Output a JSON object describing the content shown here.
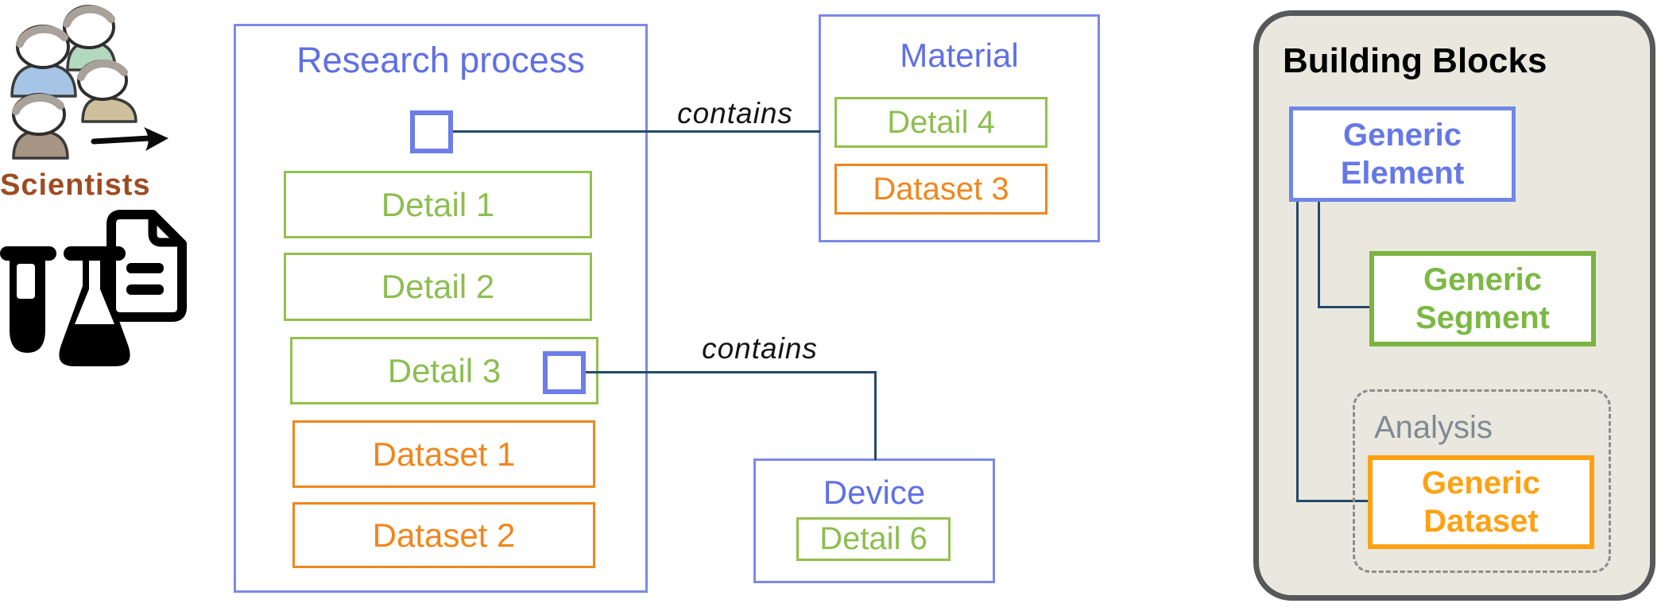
{
  "colors": {
    "blue-text": "#5F70E4",
    "blue-border": "#7C89E8",
    "square-blue": "#6D7EE9",
    "green-border": "#93C04C",
    "green-text": "#8CBE50",
    "orange": "#F0861C",
    "navy": "#25496B",
    "panel-fill": "#EAE8DE",
    "panel-border": "#57585A",
    "legend-blue-border": "#6F87E6",
    "legend-blue-text": "#6578E6",
    "legend-green-border": "#7CB342",
    "legend-green-text": "#7CB843",
    "legend-orange": "#FFA113",
    "analysis-gray": "#7F8A93",
    "dash-gray": "#8C8C8C",
    "scientists-brown": "#9D4B22",
    "text-black": "#141414"
  },
  "scientists": {
    "label": "Scientists"
  },
  "research": {
    "title": "Research process",
    "items": [
      {
        "label": "Detail 1",
        "type": "segment"
      },
      {
        "label": "Detail 2",
        "type": "segment"
      },
      {
        "label": "Detail 3",
        "type": "segment"
      },
      {
        "label": "Dataset 1",
        "type": "dataset"
      },
      {
        "label": "Dataset 2",
        "type": "dataset"
      }
    ]
  },
  "material": {
    "title": "Material",
    "items": [
      {
        "label": "Detail 4",
        "type": "segment"
      },
      {
        "label": "Dataset 3",
        "type": "dataset"
      }
    ]
  },
  "device": {
    "title": "Device",
    "items": [
      {
        "label": "Detail 6",
        "type": "segment"
      }
    ]
  },
  "relations": [
    {
      "label": "contains",
      "from": "Research process",
      "to": "Material"
    },
    {
      "label": "contains",
      "from": "Detail 3",
      "to": "Device"
    }
  ],
  "legend": {
    "title": "Building Blocks",
    "element_label": "Generic Element",
    "segment_label": "Generic Segment",
    "analysis_label": "Analysis",
    "dataset_label": "Generic Dataset"
  }
}
